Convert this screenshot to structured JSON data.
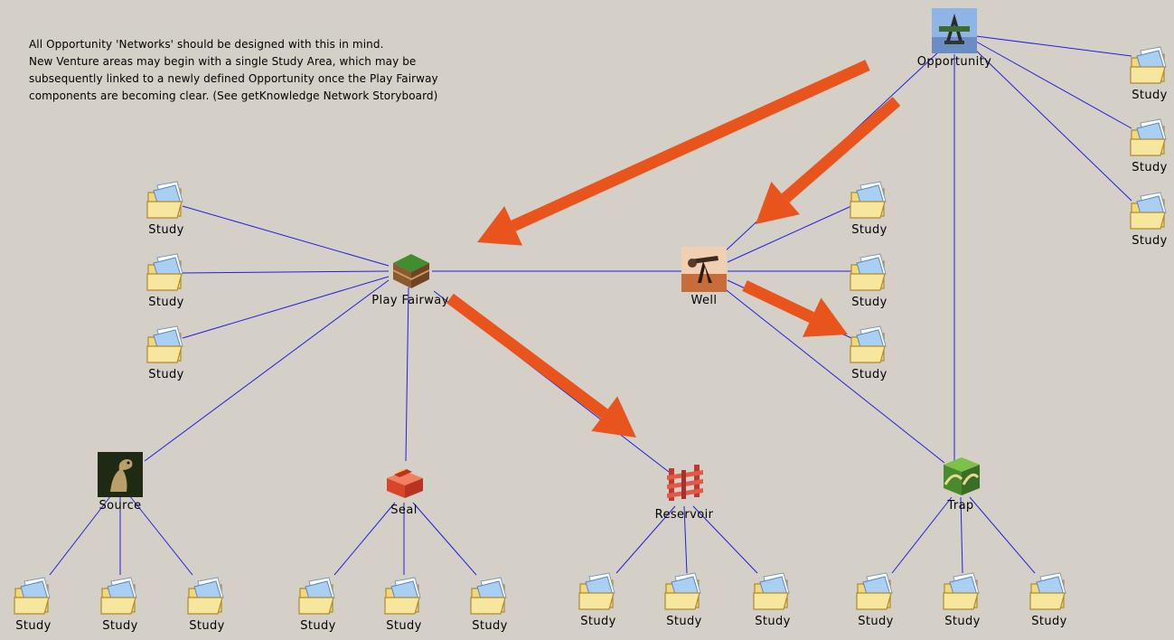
{
  "note_lines": [
    "All Opportunity 'Networks' should be designed with this in mind.",
    "New Venture areas may begin with a single Study Area, which may be",
    "subsequently linked to a newly defined Opportunity once the Play Fairway",
    "components are becoming clear. (See getKnowledge Network Storyboard)"
  ],
  "nodes": {
    "opportunity": {
      "label": "Opportunity",
      "icon": "opportunity-rig-icon"
    },
    "play_fairway": {
      "label": "Play Fairway",
      "icon": "terrain-block-icon"
    },
    "well": {
      "label": "Well",
      "icon": "pumpjack-icon"
    },
    "source": {
      "label": "Source",
      "icon": "dinosaur-icon"
    },
    "seal": {
      "label": "Seal",
      "icon": "seal-layer-icon"
    },
    "reservoir": {
      "label": "Reservoir",
      "icon": "reservoir-fence-icon"
    },
    "trap": {
      "label": "Trap",
      "icon": "trap-anticline-icon"
    }
  },
  "study_label": "Study",
  "colors": {
    "background": "#d4d0c8",
    "link_line": "#2020e0",
    "arrow": "#e8541c",
    "folder": "#f2d878",
    "document": "#a9cff2"
  }
}
